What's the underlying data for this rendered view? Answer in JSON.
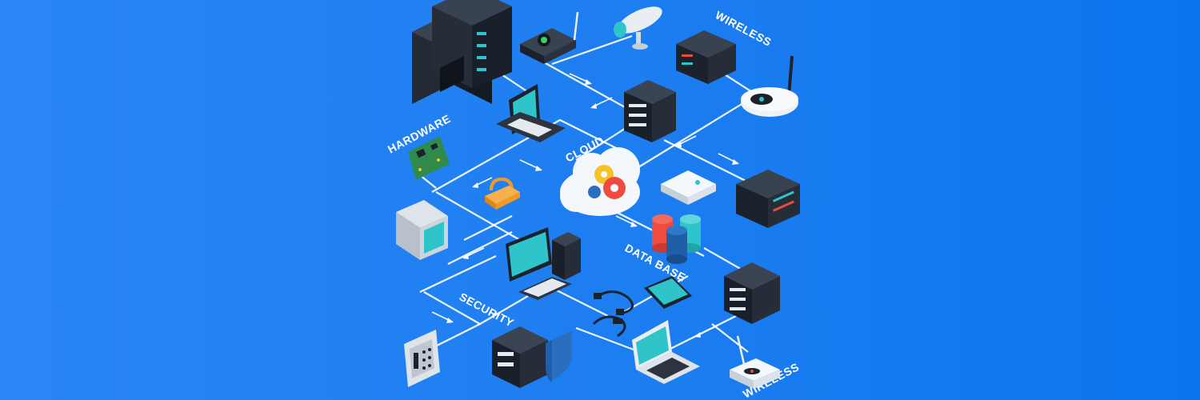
{
  "labels": {
    "wireless_top": "WIRELESS",
    "hardware": "HARDWARE",
    "cloud": "CLOUD",
    "data_base": "DATA BASE",
    "security": "SECURITY",
    "wireless_bottom": "WIRELESS"
  },
  "colors": {
    "background_left": "#2a86f4",
    "background_right": "#0c75ee",
    "device_dark": "#1d2430",
    "screen": "#2ec4c9",
    "link": "#ffffff",
    "gear_yellow": "#f5c327",
    "gear_red": "#ef4b3f",
    "lock": "#f39a25"
  },
  "icons": [
    "server-tower-icon",
    "network-switch-icon",
    "security-camera-icon",
    "server-box-icon",
    "laptop-icon",
    "server-rack-icon",
    "wireless-router-icon",
    "circuit-board-icon",
    "cloud-gears-icon",
    "padlock-icon",
    "modem-icon",
    "monitor-icon",
    "database-icon",
    "desktop-computer-icon",
    "cable-icon",
    "smartphone-icon",
    "keypad-icon",
    "shield-server-icon",
    "router-icon"
  ]
}
